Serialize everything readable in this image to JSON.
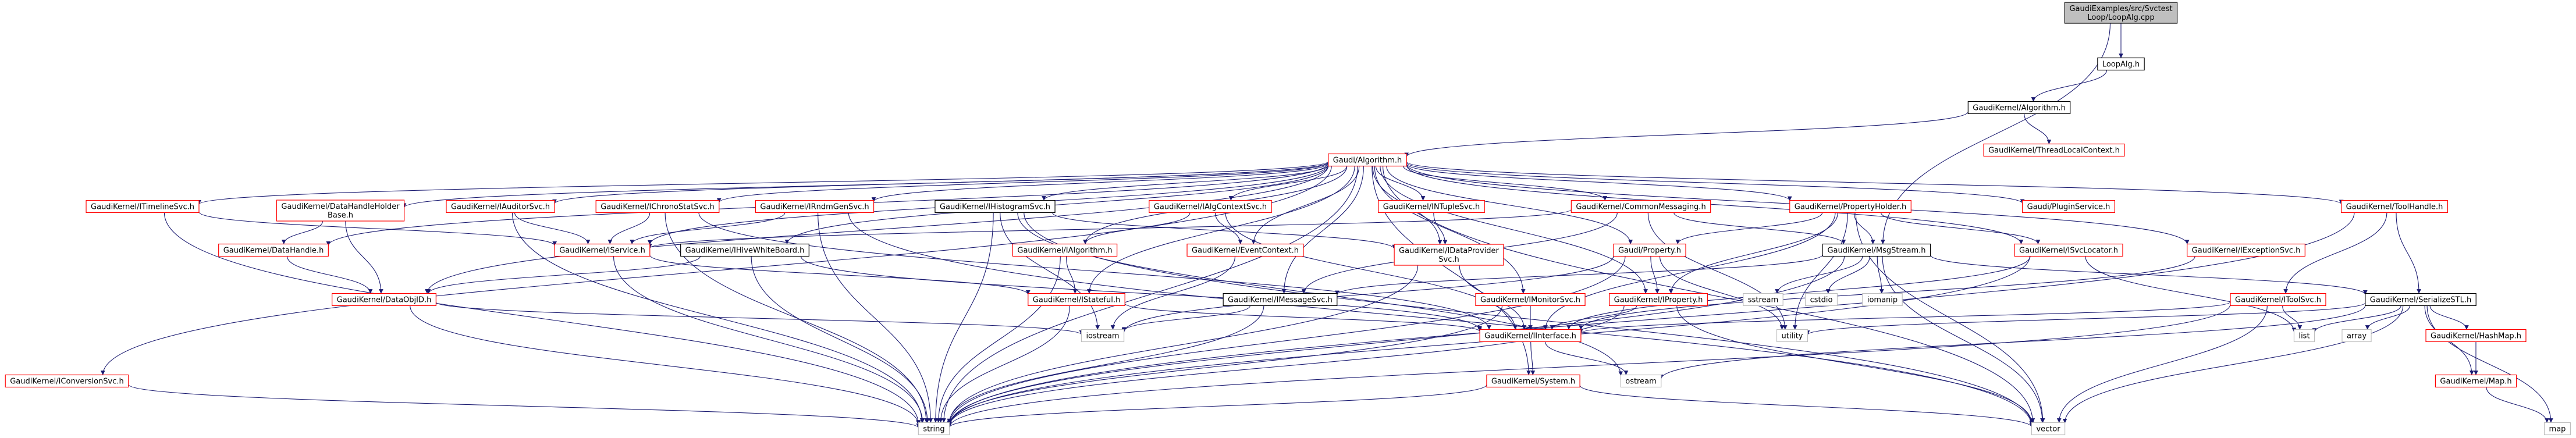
{
  "colors": {
    "normal_border": "#ff0000",
    "leaf_border": "#bfbfbf",
    "root_border": "#000000",
    "root_fill": "#bfbfbf",
    "plain_border": "#000000",
    "normal_text": "#000000",
    "edge": "#191970"
  },
  "nodes": [
    {
      "id": "root",
      "lines": [
        "GaudiExamples/src/Svctest",
        "Loop/LoopAlg.cpp"
      ],
      "kind": "root"
    },
    {
      "id": "loopalg",
      "lines": [
        "LoopAlg.h"
      ],
      "kind": "plain"
    },
    {
      "id": "gk_alg",
      "lines": [
        "GaudiKernel/Algorithm.h"
      ],
      "kind": "plain"
    },
    {
      "id": "tlc",
      "lines": [
        "GaudiKernel/ThreadLocalContext.h"
      ],
      "kind": "normal"
    },
    {
      "id": "ga_alg",
      "lines": [
        "Gaudi/Algorithm.h"
      ],
      "kind": "normal"
    },
    {
      "id": "itimeline",
      "lines": [
        "GaudiKernel/ITimelineSvc.h"
      ],
      "kind": "normal"
    },
    {
      "id": "dhholder",
      "lines": [
        "GaudiKernel/DataHandleHolder",
        "Base.h"
      ],
      "kind": "normal"
    },
    {
      "id": "iauditor",
      "lines": [
        "GaudiKernel/IAuditorSvc.h"
      ],
      "kind": "normal"
    },
    {
      "id": "ichrono",
      "lines": [
        "GaudiKernel/IChronoStatSvc.h"
      ],
      "kind": "normal"
    },
    {
      "id": "irndm",
      "lines": [
        "GaudiKernel/IRndmGenSvc.h"
      ],
      "kind": "normal"
    },
    {
      "id": "ihisto",
      "lines": [
        "GaudiKernel/IHistogramSvc.h"
      ],
      "kind": "plain"
    },
    {
      "id": "ialgctx",
      "lines": [
        "GaudiKernel/IAlgContextSvc.h"
      ],
      "kind": "normal"
    },
    {
      "id": "intuple",
      "lines": [
        "GaudiKernel/INTupleSvc.h"
      ],
      "kind": "normal"
    },
    {
      "id": "commsg",
      "lines": [
        "GaudiKernel/CommonMessaging.h"
      ],
      "kind": "normal"
    },
    {
      "id": "propholder",
      "lines": [
        "GaudiKernel/PropertyHolder.h"
      ],
      "kind": "normal"
    },
    {
      "id": "pluginsvc",
      "lines": [
        "Gaudi/PluginService.h"
      ],
      "kind": "normal"
    },
    {
      "id": "toolhandle",
      "lines": [
        "GaudiKernel/ToolHandle.h"
      ],
      "kind": "normal"
    },
    {
      "id": "datahandle",
      "lines": [
        "GaudiKernel/DataHandle.h"
      ],
      "kind": "normal"
    },
    {
      "id": "iservice",
      "lines": [
        "GaudiKernel/IService.h"
      ],
      "kind": "normal"
    },
    {
      "id": "ihivewb",
      "lines": [
        "GaudiKernel/IHiveWhiteBoard.h"
      ],
      "kind": "plain"
    },
    {
      "id": "ialgorithm",
      "lines": [
        "GaudiKernel/IAlgorithm.h"
      ],
      "kind": "normal"
    },
    {
      "id": "eventctx",
      "lines": [
        "GaudiKernel/EventContext.h"
      ],
      "kind": "normal"
    },
    {
      "id": "idataprov",
      "lines": [
        "GaudiKernel/IDataProvider",
        "Svc.h"
      ],
      "kind": "normal"
    },
    {
      "id": "property",
      "lines": [
        "Gaudi/Property.h"
      ],
      "kind": "normal"
    },
    {
      "id": "msgstream",
      "lines": [
        "GaudiKernel/MsgStream.h"
      ],
      "kind": "plain"
    },
    {
      "id": "isvcloc",
      "lines": [
        "GaudiKernel/ISvcLocator.h"
      ],
      "kind": "normal"
    },
    {
      "id": "iexcept",
      "lines": [
        "GaudiKernel/IExceptionSvc.h"
      ],
      "kind": "normal"
    },
    {
      "id": "dataobjid",
      "lines": [
        "GaudiKernel/DataObjID.h"
      ],
      "kind": "normal"
    },
    {
      "id": "istateful",
      "lines": [
        "GaudiKernel/IStateful.h"
      ],
      "kind": "normal"
    },
    {
      "id": "imessage",
      "lines": [
        "GaudiKernel/IMessageSvc.h"
      ],
      "kind": "plain"
    },
    {
      "id": "imonitor",
      "lines": [
        "GaudiKernel/IMonitorSvc.h"
      ],
      "kind": "normal"
    },
    {
      "id": "iproperty",
      "lines": [
        "GaudiKernel/IProperty.h"
      ],
      "kind": "normal"
    },
    {
      "id": "sstream",
      "lines": [
        "sstream"
      ],
      "kind": "leaf"
    },
    {
      "id": "cstdio",
      "lines": [
        "cstdio"
      ],
      "kind": "leaf"
    },
    {
      "id": "iomanip",
      "lines": [
        "iomanip"
      ],
      "kind": "leaf"
    },
    {
      "id": "itoolsvc",
      "lines": [
        "GaudiKernel/IToolSvc.h"
      ],
      "kind": "normal"
    },
    {
      "id": "serialstl",
      "lines": [
        "GaudiKernel/SerializeSTL.h"
      ],
      "kind": "plain"
    },
    {
      "id": "iconv",
      "lines": [
        "GaudiKernel/IConversionSvc.h"
      ],
      "kind": "normal"
    },
    {
      "id": "iostream",
      "lines": [
        "iostream"
      ],
      "kind": "leaf"
    },
    {
      "id": "iinterface",
      "lines": [
        "GaudiKernel/IInterface.h"
      ],
      "kind": "normal"
    },
    {
      "id": "utility",
      "lines": [
        "utility"
      ],
      "kind": "leaf"
    },
    {
      "id": "list",
      "lines": [
        "list"
      ],
      "kind": "leaf"
    },
    {
      "id": "array",
      "lines": [
        "array"
      ],
      "kind": "leaf"
    },
    {
      "id": "hashmap",
      "lines": [
        "GaudiKernel/HashMap.h"
      ],
      "kind": "normal"
    },
    {
      "id": "system",
      "lines": [
        "GaudiKernel/System.h"
      ],
      "kind": "normal"
    },
    {
      "id": "ostream",
      "lines": [
        "ostream"
      ],
      "kind": "leaf"
    },
    {
      "id": "gkmap",
      "lines": [
        "GaudiKernel/Map.h"
      ],
      "kind": "normal"
    },
    {
      "id": "string",
      "lines": [
        "string"
      ],
      "kind": "leaf"
    },
    {
      "id": "vector",
      "lines": [
        "vector"
      ],
      "kind": "leaf"
    },
    {
      "id": "map",
      "lines": [
        "map"
      ],
      "kind": "leaf"
    }
  ],
  "edges": [
    [
      "root",
      "loopalg"
    ],
    [
      "root",
      "msgstream"
    ],
    [
      "loopalg",
      "gk_alg"
    ],
    [
      "gk_alg",
      "ga_alg"
    ],
    [
      "gk_alg",
      "tlc"
    ],
    [
      "ga_alg",
      "itimeline"
    ],
    [
      "ga_alg",
      "dhholder"
    ],
    [
      "ga_alg",
      "iauditor"
    ],
    [
      "ga_alg",
      "ichrono"
    ],
    [
      "ga_alg",
      "irndm"
    ],
    [
      "ga_alg",
      "ihisto"
    ],
    [
      "ga_alg",
      "ialgctx"
    ],
    [
      "ga_alg",
      "intuple"
    ],
    [
      "ga_alg",
      "commsg"
    ],
    [
      "ga_alg",
      "propholder"
    ],
    [
      "ga_alg",
      "pluginsvc"
    ],
    [
      "ga_alg",
      "toolhandle"
    ],
    [
      "ga_alg",
      "iexcept"
    ],
    [
      "ga_alg",
      "isvcloc"
    ],
    [
      "ga_alg",
      "property"
    ],
    [
      "ga_alg",
      "idataprov"
    ],
    [
      "ga_alg",
      "eventctx"
    ],
    [
      "ga_alg",
      "ialgorithm"
    ],
    [
      "ga_alg",
      "ihivewb"
    ],
    [
      "ga_alg",
      "iservice"
    ],
    [
      "ga_alg",
      "datahandle"
    ],
    [
      "ga_alg",
      "dataobjid"
    ],
    [
      "ga_alg",
      "istateful"
    ],
    [
      "ga_alg",
      "imessage"
    ],
    [
      "ga_alg",
      "imonitor"
    ],
    [
      "ga_alg",
      "iproperty"
    ],
    [
      "ga_alg",
      "iconv"
    ],
    [
      "ga_alg",
      "string"
    ],
    [
      "ga_alg",
      "vector"
    ],
    [
      "ga_alg",
      "system"
    ],
    [
      "itimeline",
      "iservice"
    ],
    [
      "itimeline",
      "string"
    ],
    [
      "dhholder",
      "datahandle"
    ],
    [
      "dhholder",
      "dataobjid"
    ],
    [
      "iauditor",
      "iservice"
    ],
    [
      "iauditor",
      "string"
    ],
    [
      "ichrono",
      "iservice"
    ],
    [
      "ichrono",
      "string"
    ],
    [
      "ichrono",
      "iinterface"
    ],
    [
      "irndm",
      "iservice"
    ],
    [
      "irndm",
      "string"
    ],
    [
      "irndm",
      "vector"
    ],
    [
      "ihisto",
      "idataprov"
    ],
    [
      "ihisto",
      "iostream"
    ],
    [
      "ihisto",
      "string"
    ],
    [
      "ihisto",
      "vector"
    ],
    [
      "ihisto",
      "ostream"
    ],
    [
      "ialgctx",
      "ialgorithm"
    ],
    [
      "ialgctx",
      "eventctx"
    ],
    [
      "ialgctx",
      "iinterface"
    ],
    [
      "intuple",
      "idataprov"
    ],
    [
      "commsg",
      "imessage"
    ],
    [
      "commsg",
      "msgstream"
    ],
    [
      "commsg",
      "utility"
    ],
    [
      "commsg",
      "iservice"
    ],
    [
      "propholder",
      "property"
    ],
    [
      "propholder",
      "iproperty"
    ],
    [
      "propholder",
      "msgstream"
    ],
    [
      "propholder",
      "utility"
    ],
    [
      "propholder",
      "isvcloc"
    ],
    [
      "propholder",
      "iinterface"
    ],
    [
      "propholder",
      "vector"
    ],
    [
      "toolhandle",
      "itoolsvc"
    ],
    [
      "toolhandle",
      "serialstl"
    ],
    [
      "toolhandle",
      "string"
    ],
    [
      "datahandle",
      "dataobjid"
    ],
    [
      "iservice",
      "istateful"
    ],
    [
      "iservice",
      "string"
    ],
    [
      "ihivewb",
      "dataobjid"
    ],
    [
      "ihivewb",
      "iinterface"
    ],
    [
      "ihivewb",
      "string"
    ],
    [
      "ialgorithm",
      "istateful"
    ],
    [
      "ialgorithm",
      "string"
    ],
    [
      "eventctx",
      "iostream"
    ],
    [
      "idataprov",
      "iinterface"
    ],
    [
      "idataprov",
      "string"
    ],
    [
      "property",
      "iproperty"
    ],
    [
      "property",
      "utility"
    ],
    [
      "property",
      "string"
    ],
    [
      "property",
      "iostream"
    ],
    [
      "msgstream",
      "sstream"
    ],
    [
      "msgstream",
      "cstdio"
    ],
    [
      "msgstream",
      "iomanip"
    ],
    [
      "msgstream",
      "string"
    ],
    [
      "msgstream",
      "vector"
    ],
    [
      "msgstream",
      "imessage"
    ],
    [
      "msgstream",
      "serialstl"
    ],
    [
      "isvcloc",
      "iinterface"
    ],
    [
      "isvcloc",
      "list"
    ],
    [
      "isvcloc",
      "string"
    ],
    [
      "iexcept",
      "iinterface"
    ],
    [
      "dataobjid",
      "iostream"
    ],
    [
      "dataobjid",
      "string"
    ],
    [
      "istateful",
      "iinterface"
    ],
    [
      "istateful",
      "string"
    ],
    [
      "imessage",
      "iostream"
    ],
    [
      "imessage",
      "string"
    ],
    [
      "imonitor",
      "iinterface"
    ],
    [
      "imonitor",
      "string"
    ],
    [
      "iproperty",
      "iinterface"
    ],
    [
      "iproperty",
      "string"
    ],
    [
      "iproperty",
      "vector"
    ],
    [
      "itoolsvc",
      "iinterface"
    ],
    [
      "itoolsvc",
      "list"
    ],
    [
      "itoolsvc",
      "string"
    ],
    [
      "itoolsvc",
      "vector"
    ],
    [
      "serialstl",
      "array"
    ],
    [
      "serialstl",
      "list"
    ],
    [
      "serialstl",
      "hashmap"
    ],
    [
      "serialstl",
      "gkmap"
    ],
    [
      "serialstl",
      "ostream"
    ],
    [
      "serialstl",
      "map"
    ],
    [
      "serialstl",
      "utility"
    ],
    [
      "serialstl",
      "vector"
    ],
    [
      "iconv",
      "string"
    ],
    [
      "iinterface",
      "system"
    ],
    [
      "iinterface",
      "ostream"
    ],
    [
      "hashmap",
      "gkmap"
    ],
    [
      "system",
      "string"
    ],
    [
      "system",
      "vector"
    ],
    [
      "gkmap",
      "map"
    ]
  ]
}
